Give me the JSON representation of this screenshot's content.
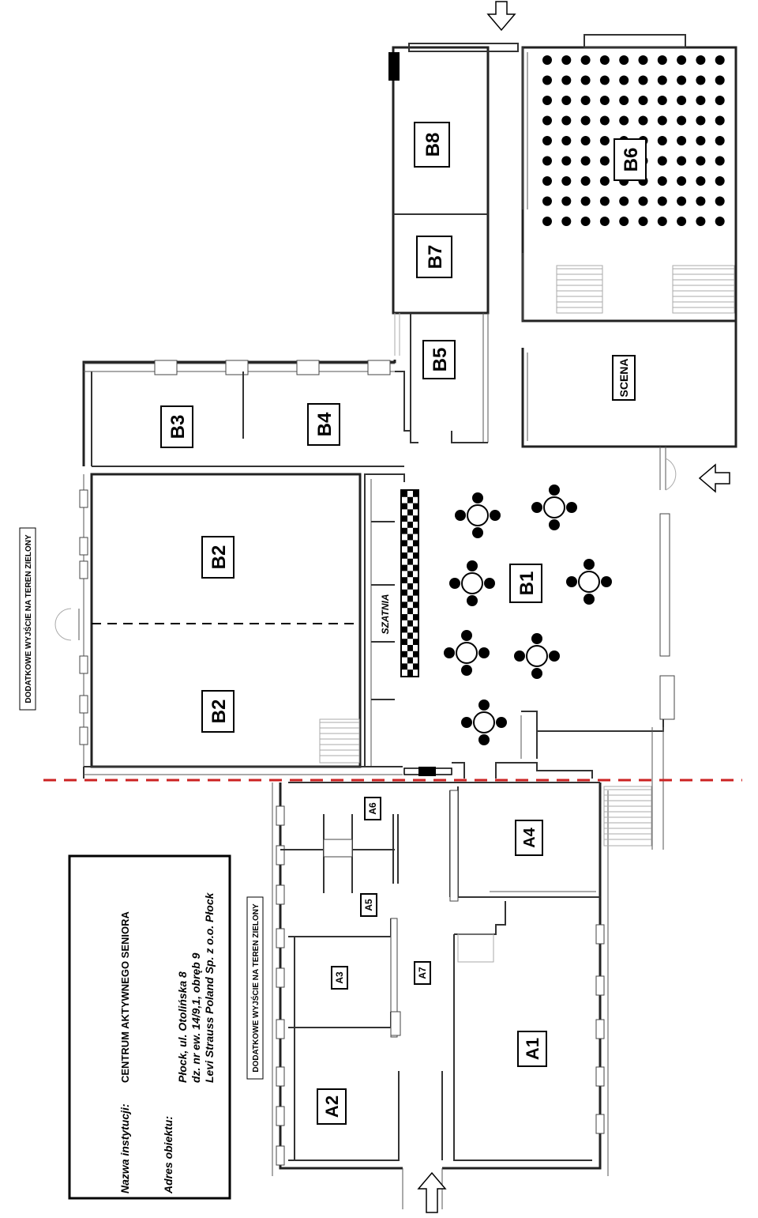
{
  "rooms": {
    "A1": "A1",
    "A2": "A2",
    "A3": "A3",
    "A4": "A4",
    "A5": "A5",
    "A6": "A6",
    "A7": "A7",
    "B1": "B1",
    "B2a": "B2",
    "B2b": "B2",
    "B3": "B3",
    "B4": "B4",
    "B5": "B5",
    "B6": "B6",
    "B7": "B7",
    "B8": "B8"
  },
  "labels": {
    "scena": "SCENA",
    "szatnia": "SZATNIA",
    "exit_top": "DODATKOWE WYJŚCIE NA TEREN ZIELONY",
    "exit_mid": "DODATKOWE WYJŚCIE NA TEREN ZIELONY"
  },
  "info": {
    "inst_label": "Nazwa instytucji:",
    "inst_name": "CENTRUM AKTYWNEGO SENIORA",
    "addr_label": "Adres obiektu:",
    "addr_line1": "Płock, ul. Otolińska 8",
    "addr_line2": "dz. nr ew. 14/9,1, obręb 9",
    "addr_line3": "Levi Strauss Poland Sp. z o.o. Płock"
  },
  "colors": {
    "divider": "#cc2222"
  }
}
